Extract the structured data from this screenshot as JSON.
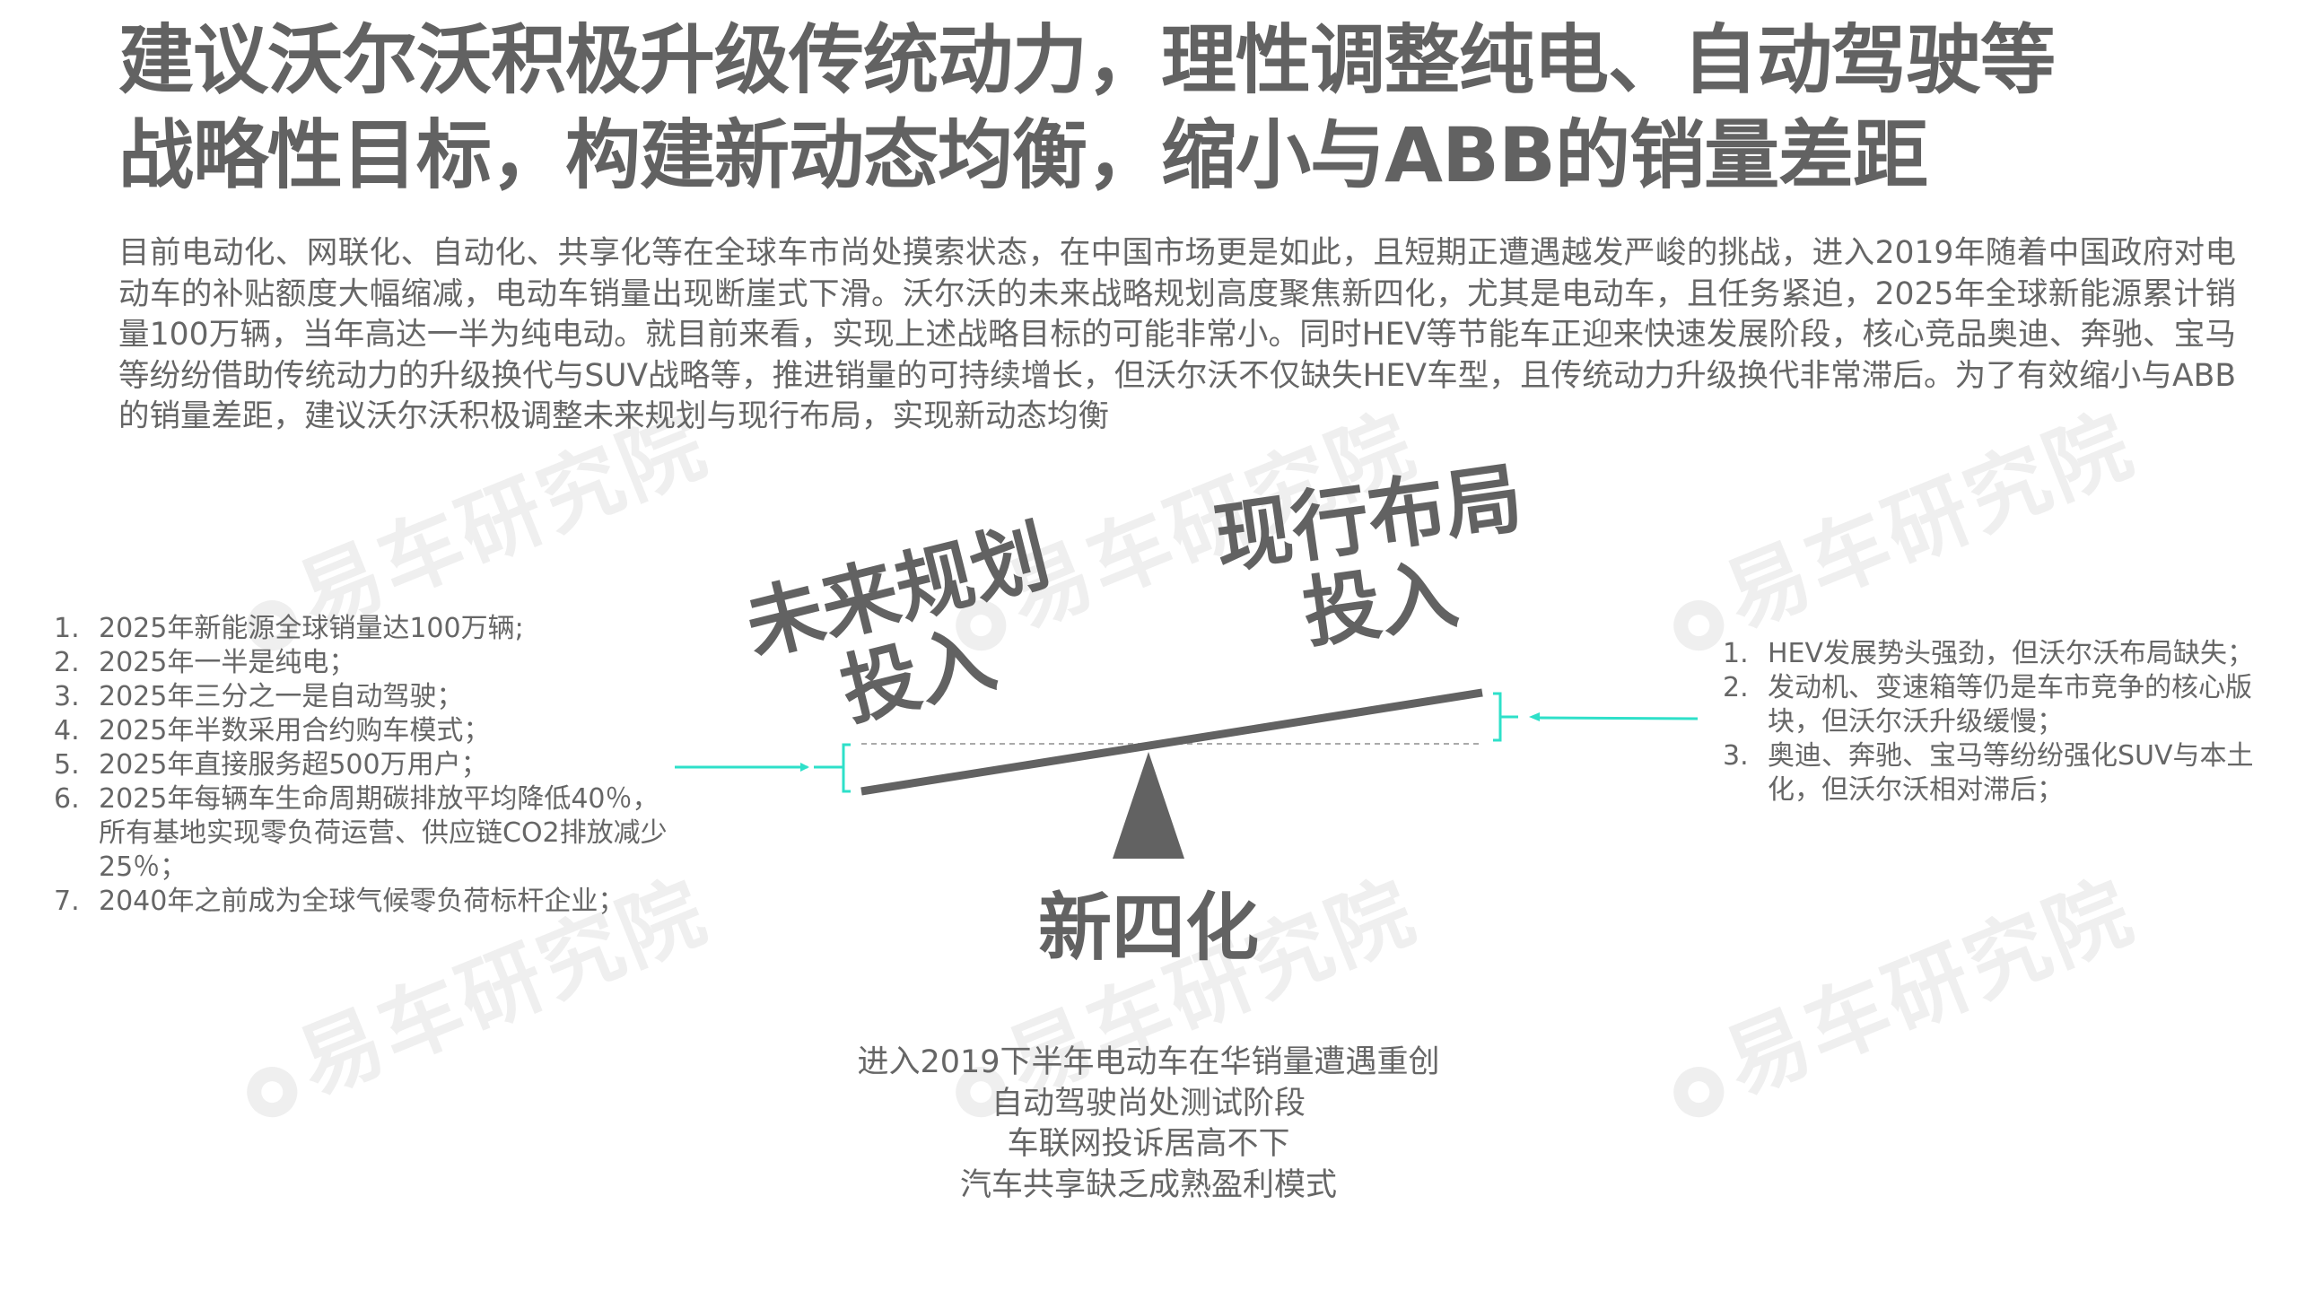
{
  "title": {
    "line1": "建议沃尔沃积极升级传统动力，理性调整纯电、自动驾驶等",
    "line2": "战略性目标，构建新动态均衡，缩小与ABB的销量差距"
  },
  "intro": "目前电动化、网联化、自动化、共享化等在全球车市尚处摸索状态，在中国市场更是如此，且短期正遭遇越发严峻的挑战，进入2019年随着中国政府对电动车的补贴额度大幅缩减，电动车销量出现断崖式下滑。沃尔沃的未来战略规划高度聚焦新四化，尤其是电动车，且任务紧迫，2025年全球新能源累计销量100万辆，当年高达一半为纯电动。就目前来看，实现上述战略目标的可能非常小。同时HEV等节能车正迎来快速发展阶段，核心竞品奥迪、奔驰、宝马等纷纷借助传统动力的升级换代与SUV战略等，推进销量的可持续增长，但沃尔沃不仅缺失HEV车型，且传统动力升级换代非常滞后。为了有效缩小与ABB的销量差距，建议沃尔沃积极调整未来规划与现行布局，实现新动态均衡",
  "balance": {
    "left_label_line1": "未来规划",
    "left_label_line2": "投入",
    "right_label_line1": "现行布局",
    "right_label_line2": "投入",
    "fulcrum_label": "新四化",
    "beam_color": "#626262",
    "connector_color": "#2ee0c9"
  },
  "future_plan_list": [
    {
      "num": "1.",
      "text": "2025年新能源全球销量达100万辆;"
    },
    {
      "num": "2.",
      "text": "2025年一半是纯电；"
    },
    {
      "num": "3.",
      "text": "2025年三分之一是自动驾驶；"
    },
    {
      "num": "4.",
      "text": "2025年半数采用合约购车模式；"
    },
    {
      "num": "5.",
      "text": "2025年直接服务超500万用户；"
    },
    {
      "num": "6.",
      "text": "2025年每辆车生命周期碳排放平均降低40％，所有基地实现零负荷运营、供应链CO2排放减少25％；"
    },
    {
      "num": "7.",
      "text": "2040年之前成为全球气候零负荷标杆企业；"
    }
  ],
  "current_layout_list": [
    {
      "num": "1.",
      "text": "HEV发展势头强劲，但沃尔沃布局缺失；"
    },
    {
      "num": "2.",
      "text": "发动机、变速箱等仍是车市竞争的核心版块，但沃尔沃升级缓慢；"
    },
    {
      "num": "3.",
      "text": "奥迪、奔驰、宝马等纷纷强化SUV与本土化，但沃尔沃相对滞后；"
    }
  ],
  "new_four_notes": [
    "进入2019下半年电动车在华销量遭遇重创",
    "自动驾驶尚处测试阶段",
    "车联网投诉居高不下",
    "汽车共享缺乏成熟盈利模式"
  ],
  "watermark": "易车研究院"
}
